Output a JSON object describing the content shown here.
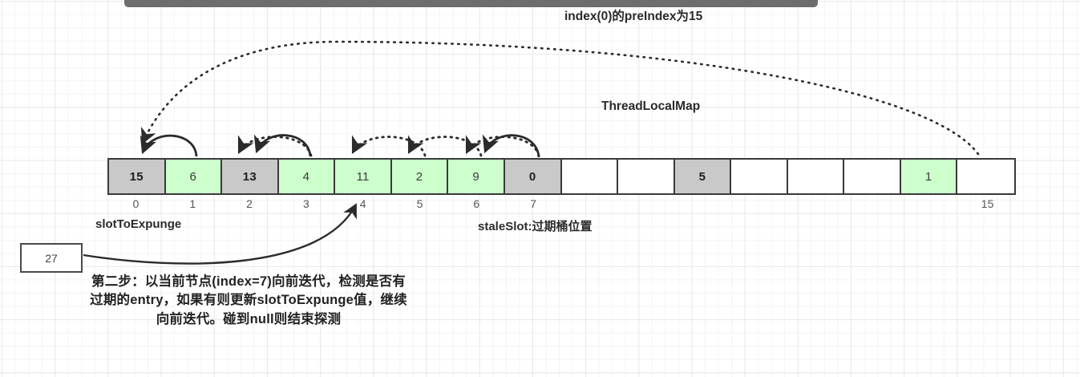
{
  "window": {
    "scrollbar": "horizontal-scrollbar"
  },
  "labels": {
    "pre_index": "index(0)的preIndex为15",
    "structure_name": "ThreadLocalMap",
    "slot_to_expunge": "slotToExpunge",
    "stale_slot": "staleSlot:过期桶位置"
  },
  "note": {
    "value": "27"
  },
  "caption": {
    "text": "第二步：以当前节点(index=7)向前迭代，检测是否有过期的entry，如果有则更新slotToExpunge值，继续向前迭代。碰到null则结束探测"
  },
  "table": {
    "cells": [
      {
        "value": "15",
        "state": "gray"
      },
      {
        "value": "6",
        "state": "green"
      },
      {
        "value": "13",
        "state": "gray"
      },
      {
        "value": "4",
        "state": "green"
      },
      {
        "value": "11",
        "state": "green"
      },
      {
        "value": "2",
        "state": "green"
      },
      {
        "value": "9",
        "state": "green"
      },
      {
        "value": "0",
        "state": "gray"
      },
      {
        "value": "",
        "state": "empty"
      },
      {
        "value": "",
        "state": "empty"
      },
      {
        "value": "5",
        "state": "gray"
      },
      {
        "value": "",
        "state": "empty"
      },
      {
        "value": "",
        "state": "empty"
      },
      {
        "value": "",
        "state": "empty"
      },
      {
        "value": "1",
        "state": "green"
      },
      {
        "value": "",
        "state": "empty"
      }
    ],
    "indices": [
      "0",
      "1",
      "2",
      "3",
      "4",
      "5",
      "6",
      "7",
      "15"
    ],
    "index_positions": [
      0,
      1,
      2,
      3,
      4,
      5,
      6,
      7,
      15
    ]
  },
  "colors": {
    "occupied_stale": "#c9c9c9",
    "occupied_live": "#ccffcc",
    "empty": "#ffffff",
    "border": "#3a3a3a",
    "arrow": "#2b2b2b",
    "scrollbar": "#6d6d6d"
  },
  "arrows": {
    "hop_arcs": [
      {
        "from_index": 1,
        "to_index": 0,
        "style": "solid"
      },
      {
        "from_index": 2,
        "to_index": 1,
        "style": "dotted"
      },
      {
        "from_index": 3,
        "to_index": 2,
        "style": "solid"
      },
      {
        "from_index": 4,
        "to_index": 3,
        "style": "dotted"
      },
      {
        "from_index": 5,
        "to_index": 4,
        "style": "dotted"
      },
      {
        "from_index": 6,
        "to_index": 5,
        "style": "dotted"
      },
      {
        "from_index": 7,
        "to_index": 6,
        "style": "solid"
      }
    ],
    "wrap_arc": {
      "from_index": 0,
      "to_index": 15,
      "style": "dotted"
    },
    "note_pointer": {
      "to_index": 4,
      "style": "solid"
    }
  }
}
